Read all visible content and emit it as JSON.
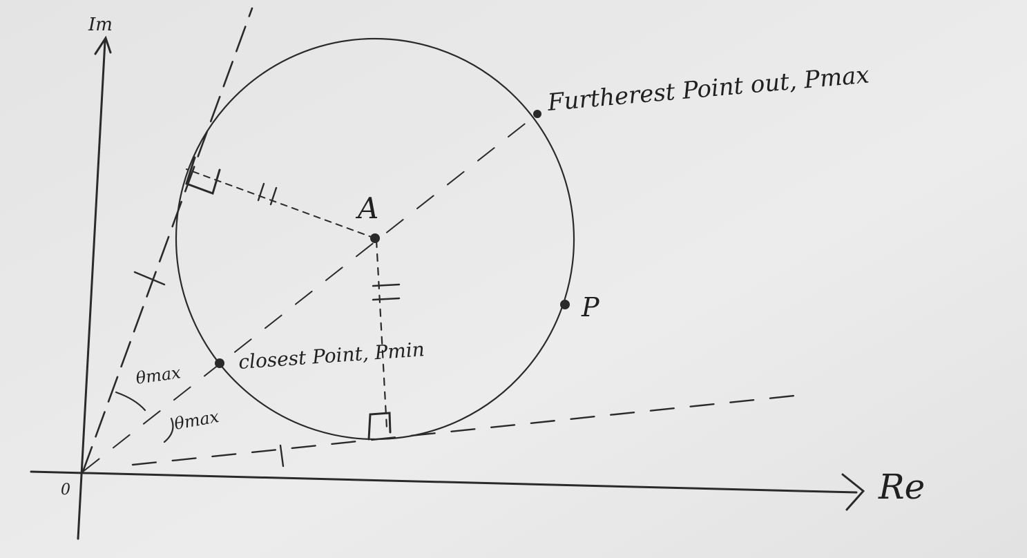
{
  "axes": {
    "imaginary_label": "Im",
    "real_label": "Re",
    "origin_label": "0"
  },
  "points": {
    "center_label": "A",
    "general_point_label": "P",
    "furthest_label": "Furtherest Point out, Pmax",
    "closest_label": "closest Point, Pmin"
  },
  "angles": {
    "upper_label": "θmax",
    "lower_label": "θmax"
  },
  "style": {
    "paper_color": "#e9e9e9",
    "ink_color": "#2a2a2a"
  }
}
